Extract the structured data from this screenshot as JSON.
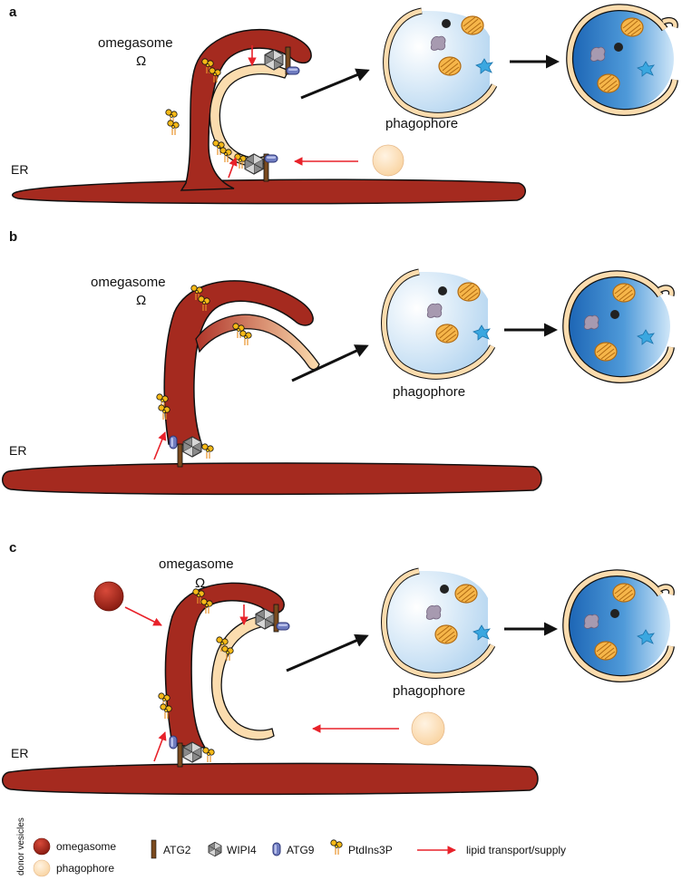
{
  "panels": [
    {
      "label": "a",
      "omegasome": "omegasome",
      "omega": "Ω",
      "er": "ER",
      "phagophore": "phagophore"
    },
    {
      "label": "b",
      "omegasome": "omegasome",
      "omega": "Ω",
      "er": "ER",
      "phagophore": "phagophore"
    },
    {
      "label": "c",
      "omegasome": "omegasome",
      "omega": "Ω",
      "er": "ER",
      "phagophore": "phagophore"
    }
  ],
  "legend": {
    "donor_vesicles": "donor vesicles",
    "omegasome": "omegasome",
    "phagophore": "phagophore",
    "atg2": "ATG2",
    "wipi4": "WIPI4",
    "atg9": "ATG9",
    "ptdins3p": "PtdIns3P",
    "lipid_transport": "lipid transport/supply"
  },
  "colors": {
    "er_red": "#a52a1f",
    "phagophore_cream": "#fbdcae",
    "arrow_red": "#e8222a",
    "atg9_blue": "#6f7cc0",
    "ptdins_yellow": "#f7b917",
    "atg2_brown": "#7a4a1e",
    "mito_orange": "#e59a2b",
    "cyto_blue": "#3aa7e0"
  }
}
